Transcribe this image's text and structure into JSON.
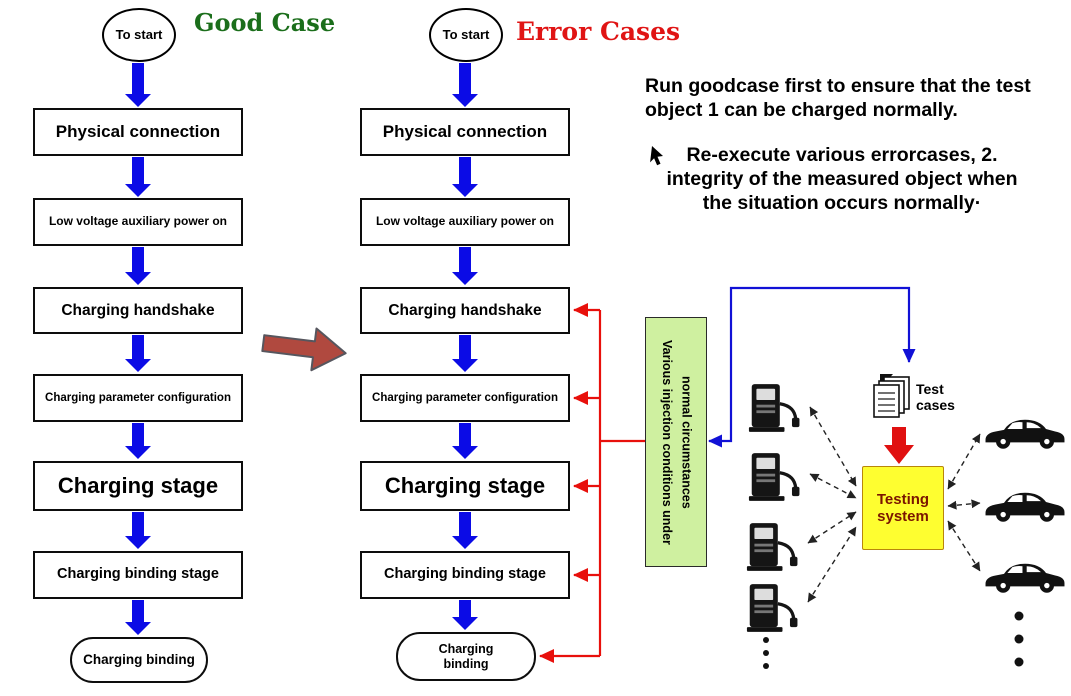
{
  "goodcase": {
    "title": "Good Case",
    "start_label": "To start",
    "steps": [
      "Physical connection",
      "Low voltage auxiliary power on",
      "Charging handshake",
      "Charging parameter configuration",
      "Charging stage",
      "Charging binding stage"
    ],
    "end_label": "Charging binding"
  },
  "errorcases": {
    "title": "Error Cases",
    "start_label": "To start",
    "steps": [
      "Physical connection",
      "Low voltage auxiliary power on",
      "Charging handshake",
      "Charging parameter configuration",
      "Charging stage",
      "Charging binding stage"
    ],
    "end_label": "Charging binding"
  },
  "notes": {
    "note1": "Run goodcase first to ensure that the test object 1 can be charged normally.",
    "note2": "Re-execute various errorcases, 2. integrity of the measured object when the situation occurs normally·"
  },
  "injection_box": {
    "label": "Various injection conditions under normal circumstances"
  },
  "testbed": {
    "test_cases_label": "Test cases",
    "testing_system_label": "Testing system"
  },
  "icons": {
    "cursor": "cursor-icon",
    "charger": "ev-charger-icon",
    "car": "car-icon",
    "test_cases": "documents-stack-icon",
    "flow_arrow": "flow-arrow-down"
  },
  "colors": {
    "flow_arrow_blue": "#0b0be6",
    "error_link_red": "#e8100c",
    "blue_link": "#1111d6",
    "good_title_green": "#1b6e1b",
    "error_title_red": "#e01414",
    "injection_bg_green": "#cff0a0",
    "testing_system_bg_yellow": "#fefe30",
    "transition_arrow_red": "#b0493f"
  }
}
